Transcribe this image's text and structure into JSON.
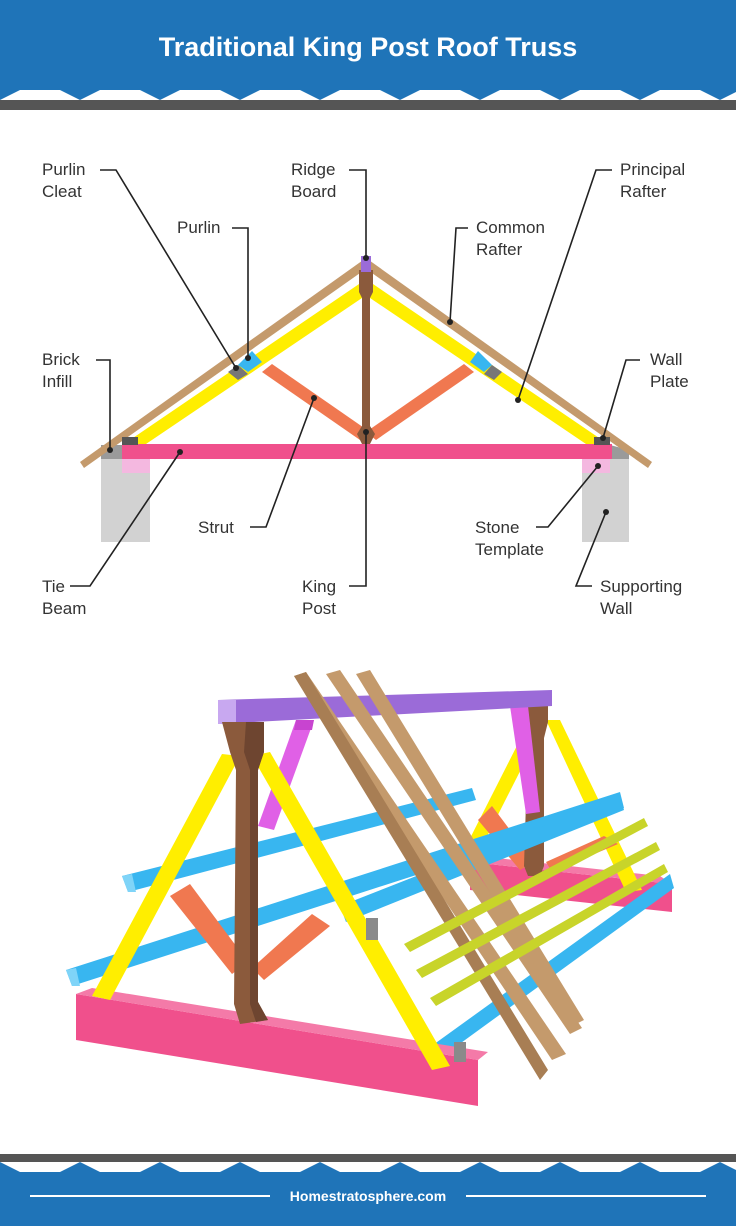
{
  "header": {
    "title": "Traditional King Post Roof Truss"
  },
  "labels": {
    "purlin_cleat": [
      "Purlin",
      "Cleat"
    ],
    "ridge_board": [
      "Ridge",
      "Board"
    ],
    "principal_rafter": [
      "Principal",
      "Rafter"
    ],
    "purlin": [
      "Purlin"
    ],
    "common_rafter": [
      "Common",
      "Rafter"
    ],
    "brick_infill": [
      "Brick",
      "Infill"
    ],
    "wall_plate": [
      "Wall",
      "Plate"
    ],
    "strut": [
      "Strut"
    ],
    "stone_template": [
      "Stone",
      "Template"
    ],
    "tie_beam": [
      "Tie",
      "Beam"
    ],
    "king_post": [
      "King",
      "Post"
    ],
    "supporting_wall": [
      "Supporting",
      "Wall"
    ]
  },
  "footer": {
    "site": "Homestratosphere.com"
  },
  "colors": {
    "header_blue": "#1f74b8",
    "rafter_tan": "#c49a6c",
    "principal_yellow": "#ffee00",
    "tie_beam_pink": "#f0508c",
    "strut_orange": "#f07850",
    "king_post_brown": "#8b5a3c",
    "purlin_blue": "#38b6f0",
    "ridge_purple": "#9b6bd8",
    "wall_grey": "#d2d2d2"
  }
}
